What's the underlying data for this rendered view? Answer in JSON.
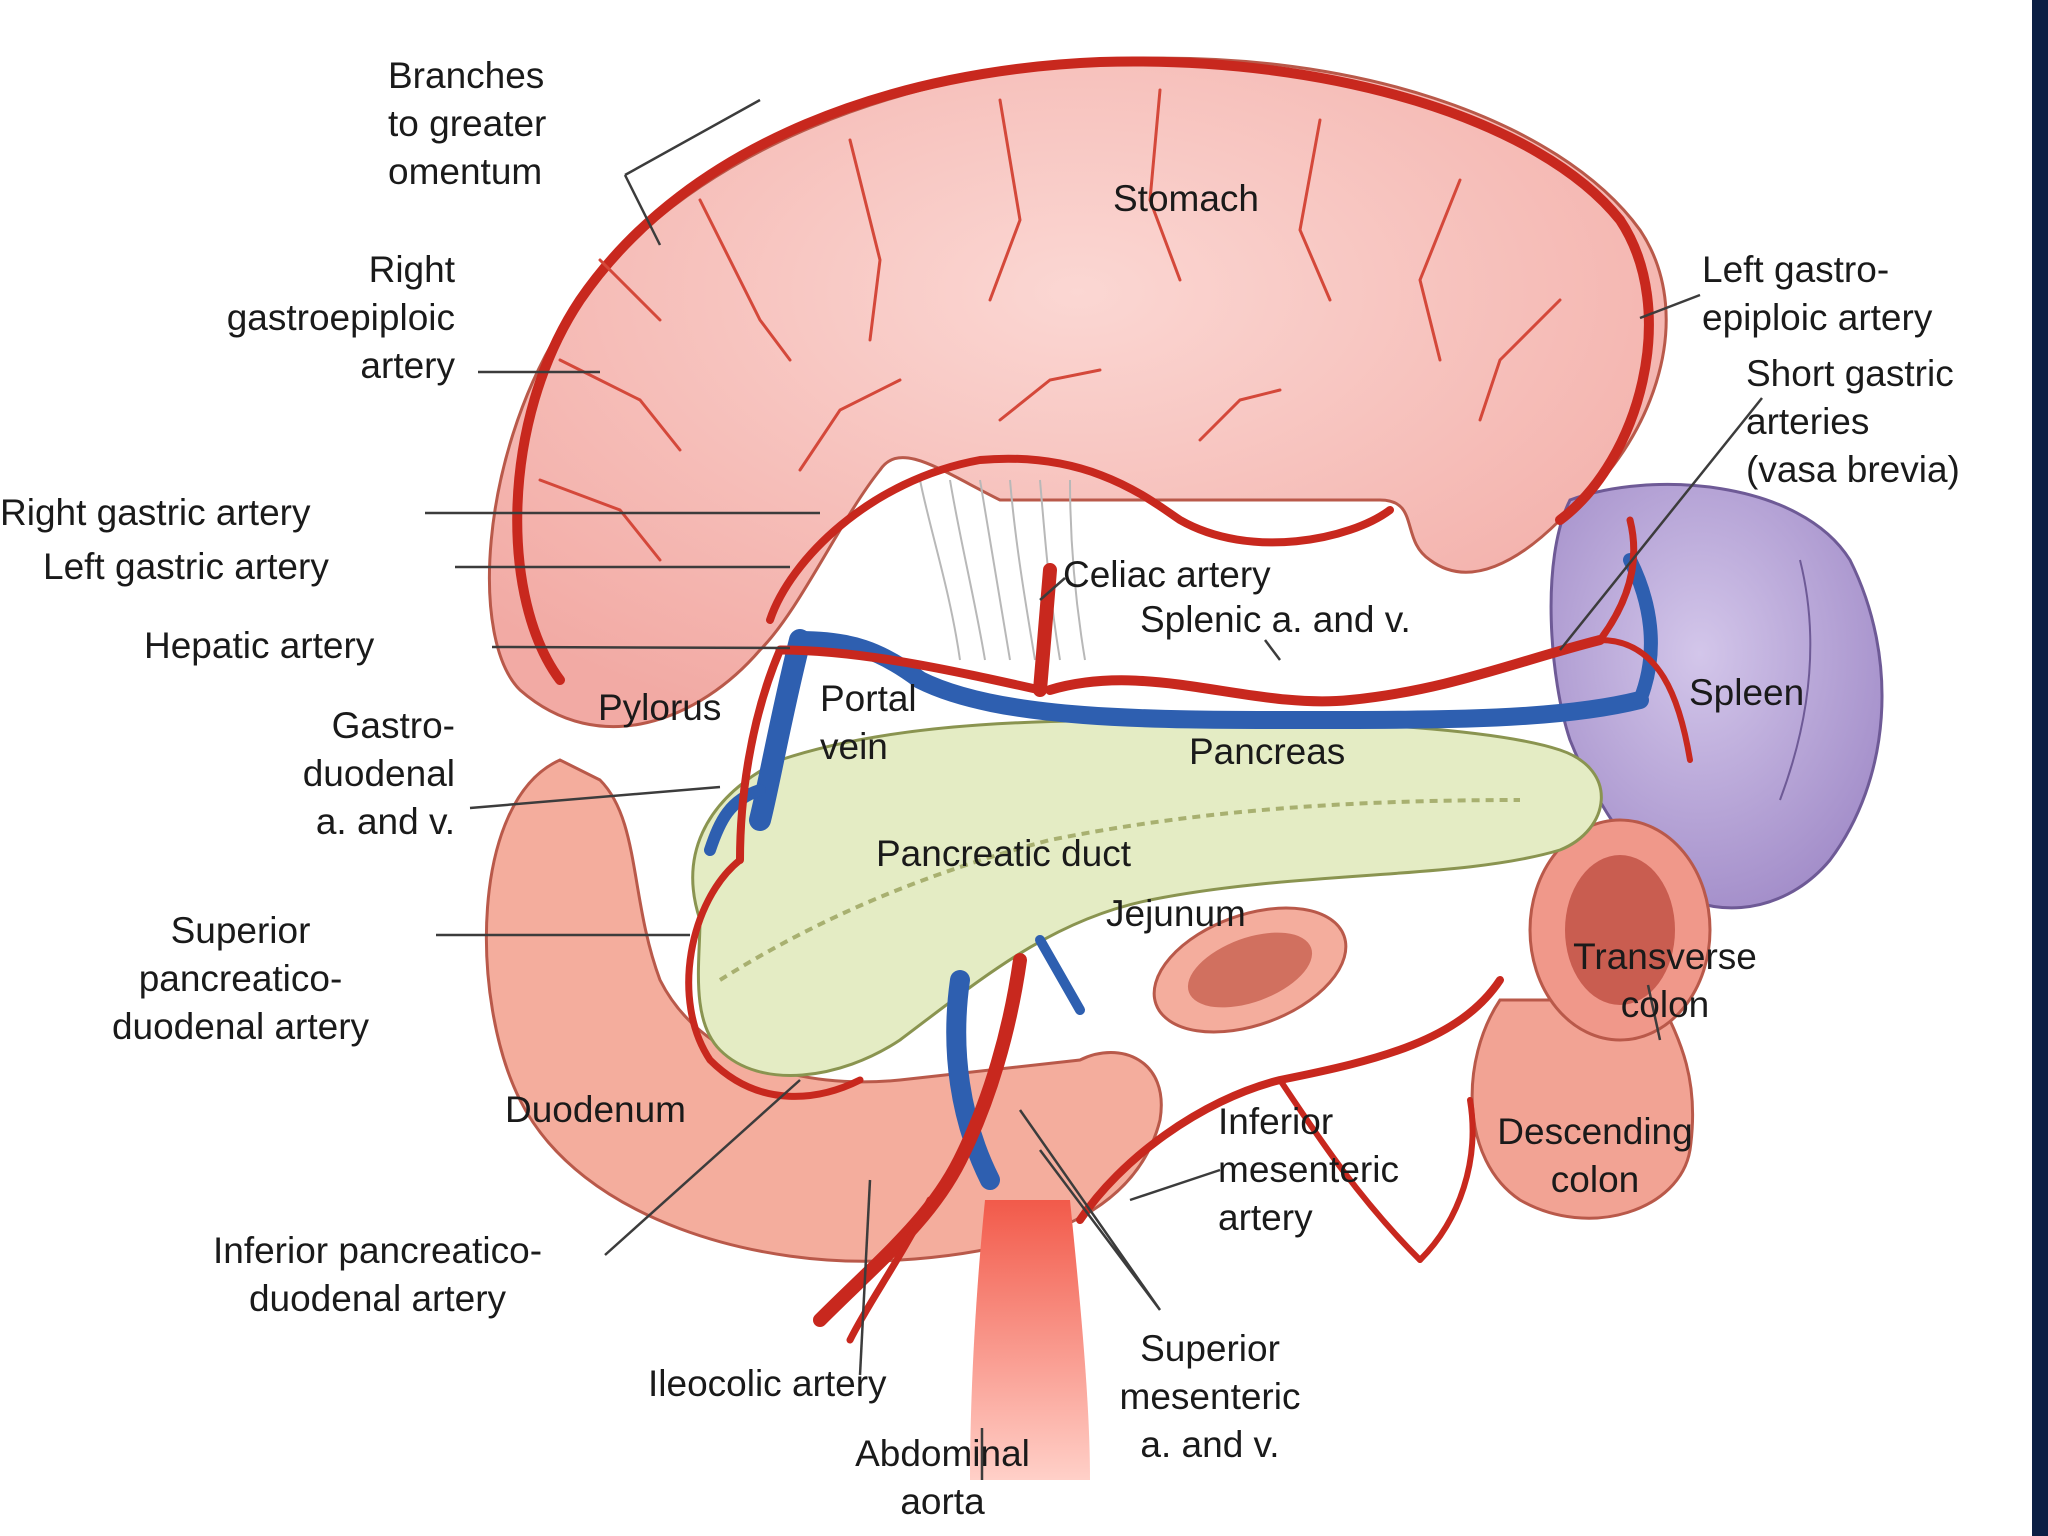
{
  "labels": {
    "branches_omentum": "Branches\nto greater\nomentum",
    "stomach": "Stomach",
    "right_gastroepiploic": "Right\ngastroepiploic\nartery",
    "left_gastroepiploic": "Left gastro-\nepiploic artery",
    "short_gastric": "Short gastric\narteries\n(vasa brevia)",
    "right_gastric": "Right gastric artery",
    "left_gastric": "Left gastric artery",
    "celiac": "Celiac artery",
    "splenic": "Splenic a. and v.",
    "hepatic": "Hepatic artery",
    "spleen": "Spleen",
    "pylorus": "Pylorus",
    "portal_vein": "Portal\nvein",
    "pancreas": "Pancreas",
    "gastroduodenal": "Gastro-\nduodenal\na. and v.",
    "pancreatic_duct": "Pancreatic duct",
    "jejunum": "Jejunum",
    "superior_pd": "Superior\npancreatico-\nduodenal artery",
    "transverse_colon": "Transverse\ncolon",
    "duodenum": "Duodenum",
    "inferior_mesenteric": "Inferior\nmesenteric\nartery",
    "descending_colon": "Descending\ncolon",
    "inferior_pd": "Inferior pancreatico-\nduodenal artery",
    "ileocolic": "Ileocolic artery",
    "superior_mesenteric": "Superior\nmesenteric\na. and v.",
    "abdominal_aorta": "Abdominal\naorta"
  },
  "colors": {
    "artery": "#c8281e",
    "vein": "#2e5fb0",
    "stomach": "#f7c4c0",
    "pancreas": "#e4ecc4",
    "spleen": "#b7a6d6",
    "intestine": "#f2a394",
    "edge_bar": "#0b1f44"
  }
}
